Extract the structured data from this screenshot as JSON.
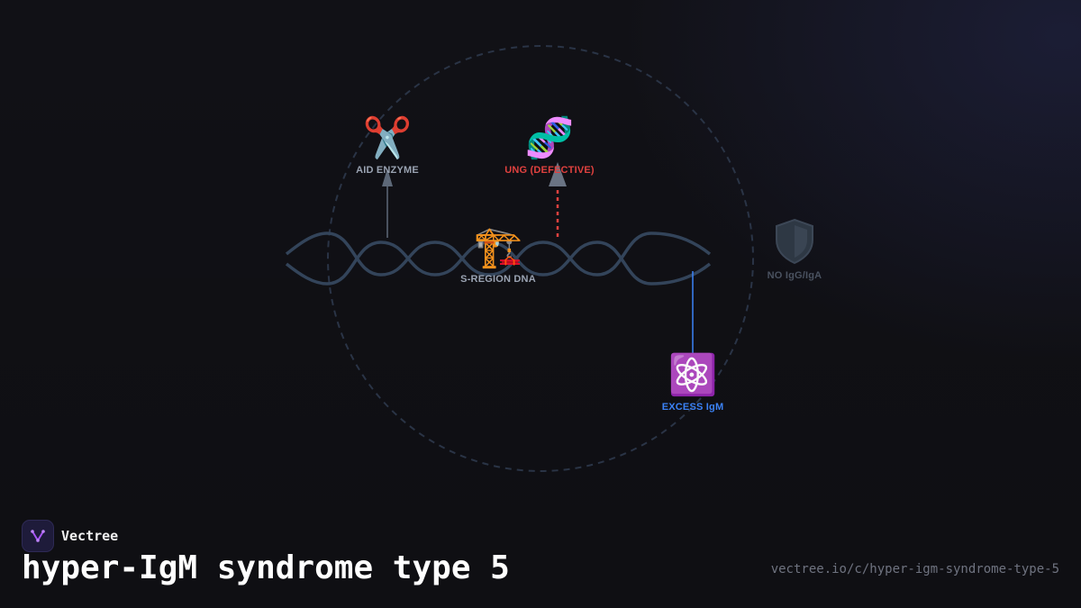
{
  "diagram": {
    "nodes": {
      "aid": {
        "icon": "scissors-icon",
        "glyph": "✂️",
        "label": "AID ENZYME",
        "color": "#9aa3b2"
      },
      "ung": {
        "icon": "dna-icon",
        "glyph": "🧬",
        "label": "UNG (DEFECTIVE)",
        "color": "#e0413f"
      },
      "sregion": {
        "icon": "construction-crane-icon",
        "glyph": "🏗️",
        "label": "S-REGION DNA",
        "color": "#9aa3b2"
      },
      "igm": {
        "icon": "atom-icon",
        "glyph": "⚛️",
        "label": "EXCESS IgM",
        "color": "#3b82f6"
      },
      "noigg": {
        "icon": "shield-icon",
        "glyph": "",
        "label": "NO IgG/IgA",
        "color": "#4a5260"
      }
    },
    "colors": {
      "helix": "#33445a",
      "orbit": "#2a3446",
      "arrow_gray": "#5d6878",
      "arrow_red": "#e0413f",
      "arrow_blue": "#3b82f6"
    }
  },
  "footer": {
    "brand_name": "Vectree",
    "title": "hyper-IgM syndrome type 5",
    "url": "vectree.io/c/hyper-igm-syndrome-type-5"
  }
}
